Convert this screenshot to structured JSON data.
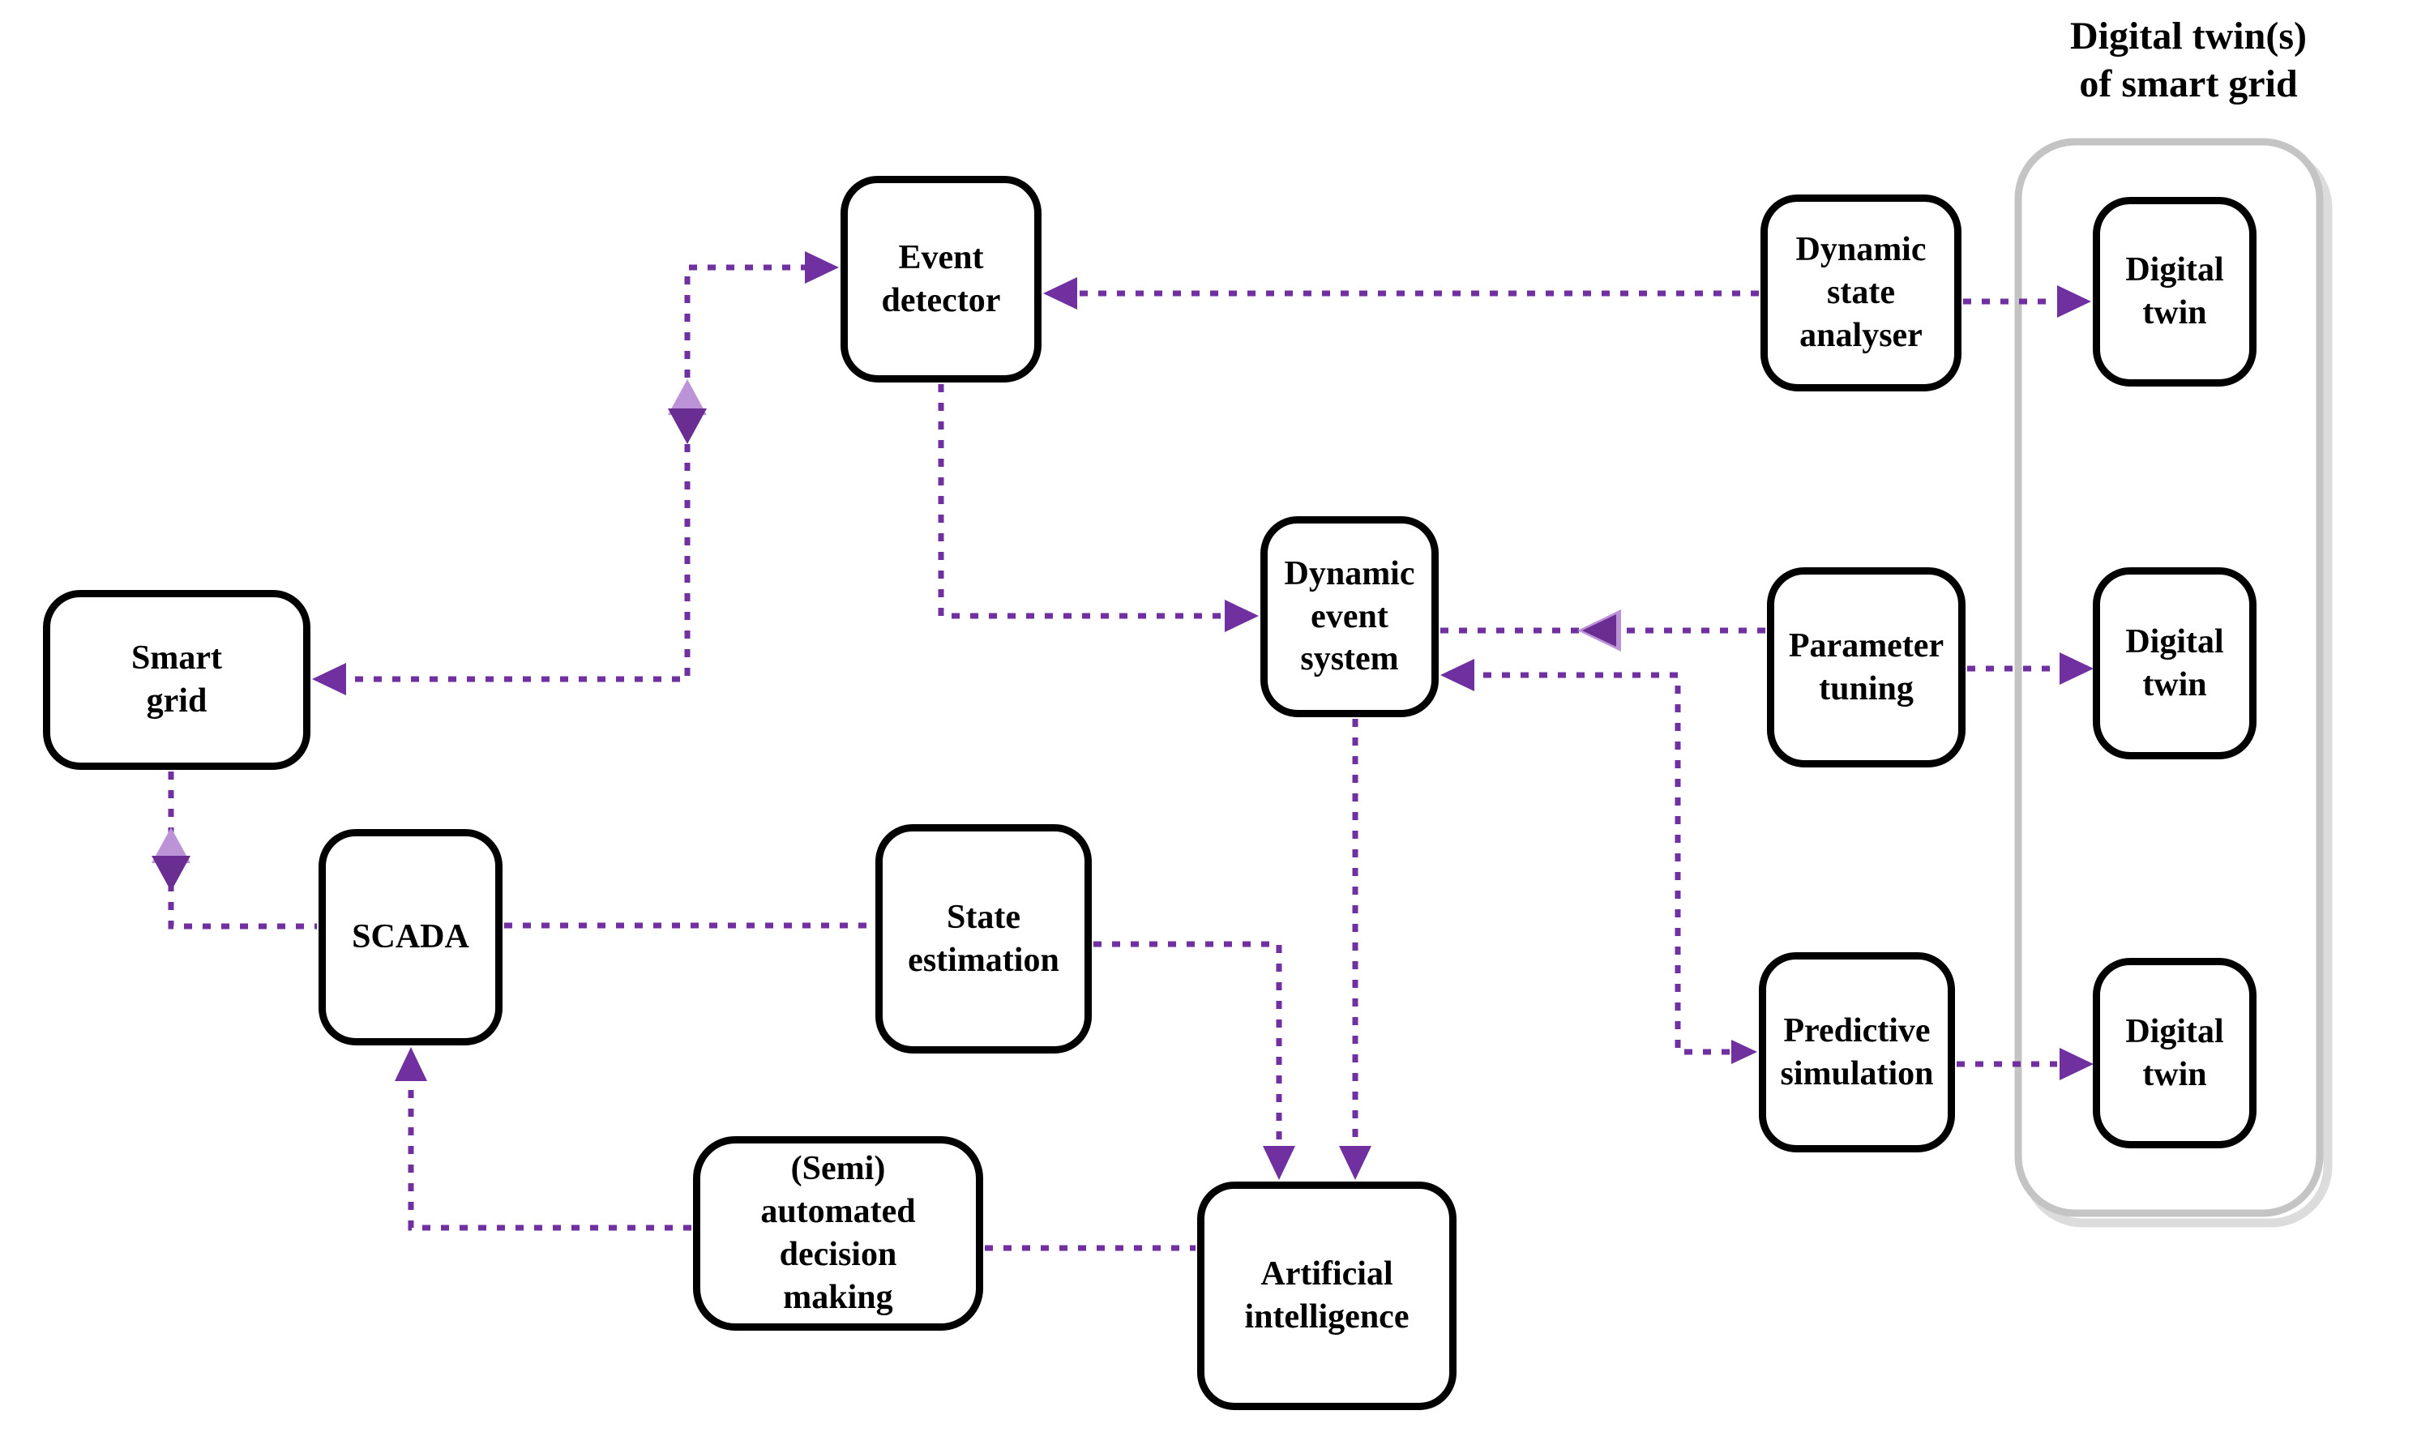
{
  "diagram": {
    "title": {
      "line1": "Digital twin(s)",
      "line2": "of smart grid"
    },
    "nodes": {
      "smart_grid": {
        "label": "Smart\ngrid"
      },
      "scada": {
        "label": "SCADA"
      },
      "event_detector": {
        "label": "Event\ndetector"
      },
      "state_estimation": {
        "label": "State\nestimation"
      },
      "decision_making": {
        "label": "(Semi)\nautomated\ndecision\nmaking"
      },
      "artificial_intelligence": {
        "label": "Artificial\nintelligence"
      },
      "dynamic_event_system": {
        "label": "Dynamic\nevent\nsystem"
      },
      "dynamic_state_analyser": {
        "label": "Dynamic\nstate\nanalyser"
      },
      "parameter_tuning": {
        "label": "Parameter\ntuning"
      },
      "predictive_simulation": {
        "label": "Predictive\nsimulation"
      },
      "digital_twin_top": {
        "label": "Digital\ntwin"
      },
      "digital_twin_middle": {
        "label": "Digital\ntwin"
      },
      "digital_twin_bottom": {
        "label": "Digital\ntwin"
      }
    },
    "edges": [
      {
        "from": "smart_grid",
        "to": "event_detector",
        "style": "bidirectional-dashed"
      },
      {
        "from": "smart_grid",
        "to": "scada",
        "style": "arrow-dashed"
      },
      {
        "from": "scada",
        "to": "state_estimation",
        "style": "line-dashed"
      },
      {
        "from": "state_estimation",
        "to": "artificial_intelligence",
        "style": "arrow-dashed"
      },
      {
        "from": "decision_making",
        "to": "scada",
        "style": "arrow-dashed"
      },
      {
        "from": "decision_making",
        "to": "artificial_intelligence",
        "style": "line-dashed"
      },
      {
        "from": "event_detector",
        "to": "dynamic_event_system",
        "style": "arrow-dashed"
      },
      {
        "from": "dynamic_event_system",
        "to": "artificial_intelligence",
        "style": "arrow-dashed"
      },
      {
        "from": "parameter_tuning",
        "to": "dynamic_event_system",
        "style": "arrow-dashed"
      },
      {
        "from": "predictive_simulation",
        "to": "dynamic_event_system",
        "style": "bidirectional-dashed"
      },
      {
        "from": "dynamic_state_analyser",
        "to": "event_detector",
        "style": "arrow-dashed"
      },
      {
        "from": "dynamic_state_analyser",
        "to": "digital_twin_top",
        "style": "arrow-dashed"
      },
      {
        "from": "parameter_tuning",
        "to": "digital_twin_middle",
        "style": "arrow-dashed"
      },
      {
        "from": "predictive_simulation",
        "to": "digital_twin_bottom",
        "style": "arrow-dashed"
      }
    ],
    "colors": {
      "arrow": "#7030a0",
      "arrow_light": "#bd93d8",
      "box_border": "#000000",
      "container_border": "#c4c4c4",
      "container_shadow": "#dcdcdc"
    }
  }
}
